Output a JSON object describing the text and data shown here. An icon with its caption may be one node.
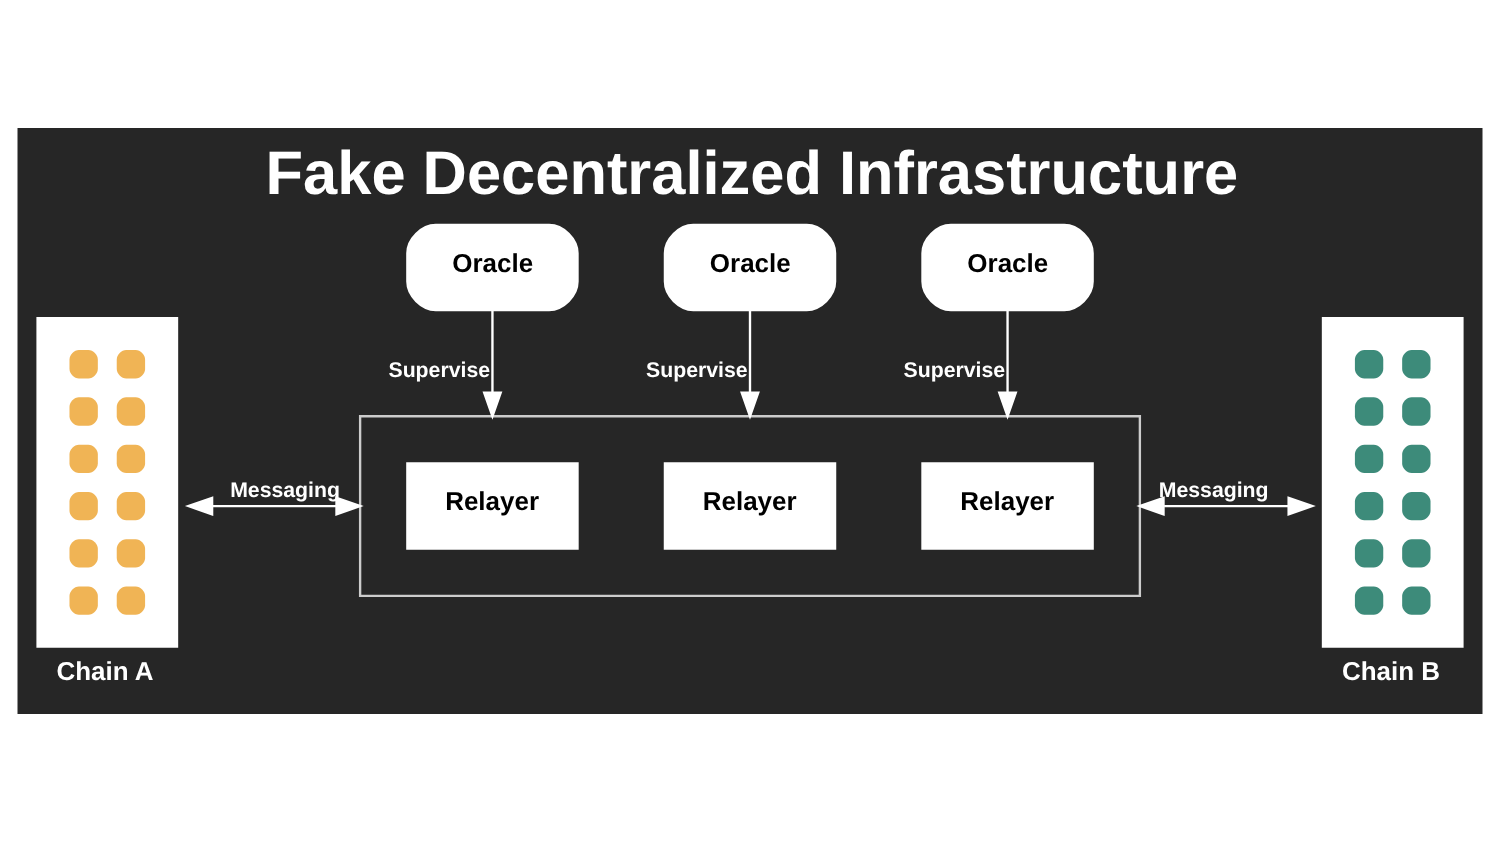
{
  "diagram": {
    "title": "Fake Decentralized Infrastructure",
    "nodes": [
      {
        "text": [
          "Chain A"
        ]
      },
      {
        "text": [],
        "shape": "box"
      },
      {
        "text": [
          "Relayer"
        ],
        "in": 1
      },
      {
        "text": [
          "Relayer"
        ],
        "in": 1
      },
      {
        "text": [
          "Relayer"
        ],
        "in": 1
      },
      {
        "text": [
          "Chain B"
        ]
      },
      {
        "text": [
          "Oracle"
        ]
      },
      {
        "text": [
          "Oracle"
        ]
      },
      {
        "text": [
          "Oracle"
        ]
      }
    ],
    "edges": [
      {
        "from": 0,
        "to": 1,
        "arrow": "both",
        "label": "Messaging"
      },
      {
        "from": 1,
        "to": 5,
        "arrow": "both",
        "label": "Messaging"
      },
      {
        "from": 6,
        "to": 1,
        "arrow": "to",
        "label": "Supervise"
      },
      {
        "from": 7,
        "to": 1,
        "arrow": "to",
        "label": "Supervise"
      },
      {
        "from": 8,
        "to": 1,
        "arrow": "to",
        "label": "Supervise"
      }
    ]
  }
}
